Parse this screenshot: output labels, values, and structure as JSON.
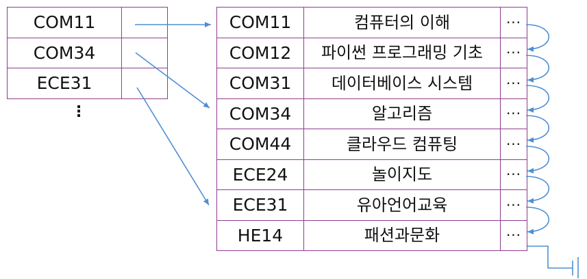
{
  "colors": {
    "border": "#8e3b8f",
    "arrow": "#4f8fd4",
    "text": "#111111"
  },
  "index": {
    "rows": [
      {
        "key": "COM11",
        "pointer": ""
      },
      {
        "key": "COM34",
        "pointer": ""
      },
      {
        "key": "ECE31",
        "pointer": ""
      }
    ],
    "continuation": "⋮"
  },
  "data": {
    "rows": [
      {
        "code": "COM11",
        "name": "컴퓨터의 이해",
        "link": "···"
      },
      {
        "code": "COM12",
        "name": "파이썬 프로그래밍 기초",
        "link": "···"
      },
      {
        "code": "COM31",
        "name": "데이터베이스 시스템",
        "link": "···"
      },
      {
        "code": "COM34",
        "name": "알고리즘",
        "link": "···"
      },
      {
        "code": "COM44",
        "name": "클라우드 컴퓨팅",
        "link": "···"
      },
      {
        "code": "ECE24",
        "name": "놀이지도",
        "link": "···"
      },
      {
        "code": "ECE31",
        "name": "유아언어교육",
        "link": "···"
      },
      {
        "code": "HE14",
        "name": "패션과문화",
        "link": "···"
      }
    ]
  }
}
